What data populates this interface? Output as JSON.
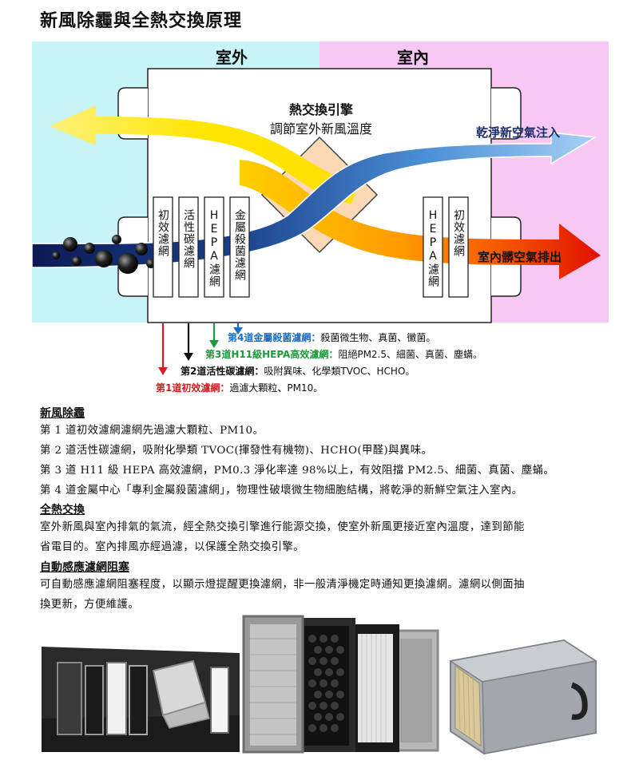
{
  "title": "新風除霾與全熱交換原理",
  "diagram": {
    "zone_outdoor": "室外",
    "zone_indoor": "室內",
    "engine_title": "熱交換引擎",
    "engine_subtitle": "調節室外新風溫度",
    "fresh_air_in": "乾淨新空氣注入",
    "dirty_air_out": "室內髒空氣排出",
    "filters_left": [
      "初效濾網",
      "活性碳濾網",
      "HEPA濾網",
      "金屬殺菌濾網"
    ],
    "filters_right": [
      "HEPA濾網",
      "初效濾網"
    ],
    "legend": [
      {
        "name": "第4道金屬殺菌濾網：",
        "desc": "殺菌微生物、真菌、黴菌。",
        "color": "#1a6fc0"
      },
      {
        "name": "第3道H11級HEPA高效濾網：",
        "desc": "阻絕PM2.5、細菌、真菌、塵蟎。",
        "color": "#1d9a3a"
      },
      {
        "name": "第2道活性碳濾網：",
        "desc": "吸附異味、化學類TVOC、HCHO。",
        "color": "#111111"
      },
      {
        "name": "第1道初效濾網：",
        "desc": "過濾大顆粒、PM10。",
        "color": "#d3201f"
      }
    ]
  },
  "sections": [
    {
      "heading": "新風除霾",
      "lines": [
        "第 1 道初效濾網濾網先過濾大顆粒、PM10。",
        "第 2 道活性碳濾網，吸附化學類 TVOC(揮發性有機物)、HCHO(甲醛)與異味。",
        "第 3 道 H11 級 HEPA 高效濾網，PM0.3 淨化率達 98%以上，有效阻擋 PM2.5、細菌、真菌、塵蟎。",
        "第 4 道金屬中心「專利金屬殺菌濾網」，物理性破壞微生物細胞結構，將乾淨的新鮮空氣注入室內。"
      ]
    },
    {
      "heading": "全熱交換",
      "lines": [
        "室外新風與室內排氣的氣流，經全熱交換引擎進行能源交換，使室外新風更接近室內溫度，達到節能",
        "省電目的。室內排風亦經過濾，以保護全熱交換引擎。"
      ]
    },
    {
      "heading": "自動感應濾網阻塞",
      "lines": [
        "可自動感應濾網阻塞程度，以顯示燈提醒更換濾網，非一般清淨機定時通知更換濾網。濾網以側面抽",
        "換更新，方便維護。"
      ]
    }
  ],
  "colors": {
    "outdoor_bg": "#c8f4f8",
    "indoor_bg": "#f8c8f4",
    "fresh_air": "#3a7cc8",
    "exhaust_air": "#f5a000"
  }
}
